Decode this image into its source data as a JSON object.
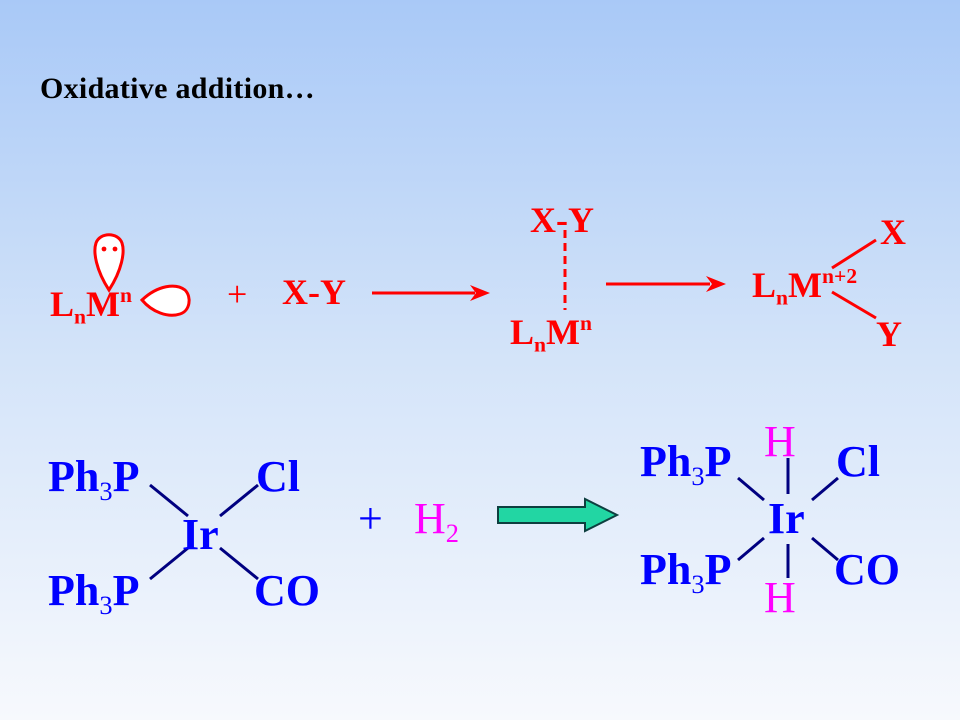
{
  "title": "Oxidative addition…",
  "reaction1": {
    "metal_complex": {
      "L": "L",
      "n_sub": "n",
      "M": "M",
      "n_sup": "n"
    },
    "plus": "+",
    "reagent": "X-Y",
    "intermediate": {
      "top": "X-Y",
      "L": "L",
      "n_sub": "n",
      "M": "M",
      "n_sup": "n"
    },
    "product": {
      "L": "L",
      "n_sub": "n",
      "M": "M",
      "ox_sup": "n+2",
      "x": "X",
      "y": "Y"
    }
  },
  "reaction2": {
    "reactant": {
      "ph_top": "Ph",
      "sub_top": "3",
      "p_top": "P",
      "ph_bottom": "Ph",
      "sub_bottom": "3",
      "p_bottom": "P",
      "metal": "Ir",
      "cl": "Cl",
      "co": "CO"
    },
    "plus": "+",
    "reagent": {
      "h": "H",
      "sub": "2"
    },
    "product": {
      "ph_top": "Ph",
      "sub_top": "3",
      "p_top": "P",
      "ph_bottom": "Ph",
      "sub_bottom": "3",
      "p_bottom": "P",
      "metal": "Ir",
      "cl": "Cl",
      "co": "CO",
      "h_top": "H",
      "h_bottom": "H"
    }
  },
  "colors": {
    "reaction1_text": "#ff0000",
    "complex_text": "#0000ff",
    "hydrogen_text": "#ff00ff",
    "arrow_fill": "#22d6a3"
  }
}
